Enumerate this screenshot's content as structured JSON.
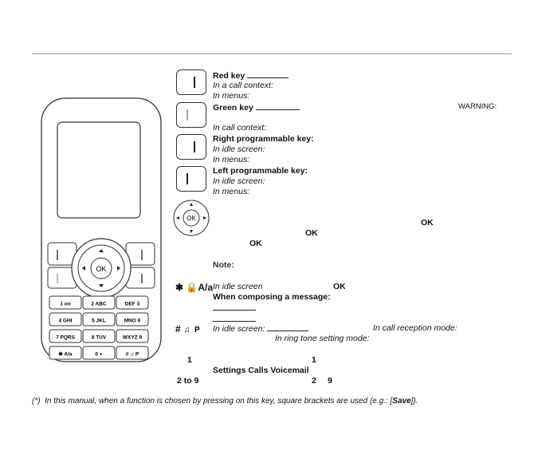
{
  "keys": {
    "red_key": {
      "title": "Red key",
      "line1": "In a call context:",
      "line2": "In menus:"
    },
    "green_key": {
      "title": "Green key",
      "warning": "WARNING:",
      "line1": "In call context:"
    },
    "right_prog": {
      "title": "Right programmable key:",
      "line1": "In idle screen:",
      "line2": "In menus:"
    },
    "left_prog": {
      "title": "Left programmable key:",
      "line1": "In idle screen:",
      "line2": "In menus:"
    },
    "nav": {
      "ok1": "OK",
      "ok2": "OK",
      "ok3": "OK",
      "note": "Note:"
    },
    "star": {
      "glyphs": "✱ 🔒A/a",
      "line1": "In idle screen",
      "ok": "OK",
      "line2": "When composing a message:"
    },
    "hash": {
      "line1": "In idle screen:",
      "line1b": "In call reception mode:",
      "line2": "In ring tone setting mode:"
    },
    "one": {
      "left": "1",
      "right": "1",
      "menu": "Settings Calls Voicemail"
    },
    "digits": {
      "left": "2 to 9",
      "mid1": "2",
      "mid2": "9"
    }
  },
  "footnote": {
    "prefix": "(*)",
    "text": "In this manual, when a function is chosen by pressing on this key, square brackets are used (e.g.: [",
    "save": "Save",
    "suffix": "])."
  },
  "phone": {
    "ok_label": "OK",
    "keypad": [
      [
        "1 oo",
        "2 ABC",
        "DEF 3"
      ],
      [
        "4 GHI",
        "5 JKL",
        "MNO 6"
      ],
      [
        "7 PQRS",
        "8 TUV",
        "WXYZ 9"
      ],
      [
        "✱ A/a",
        "0 +",
        "# ♫ P"
      ]
    ]
  }
}
